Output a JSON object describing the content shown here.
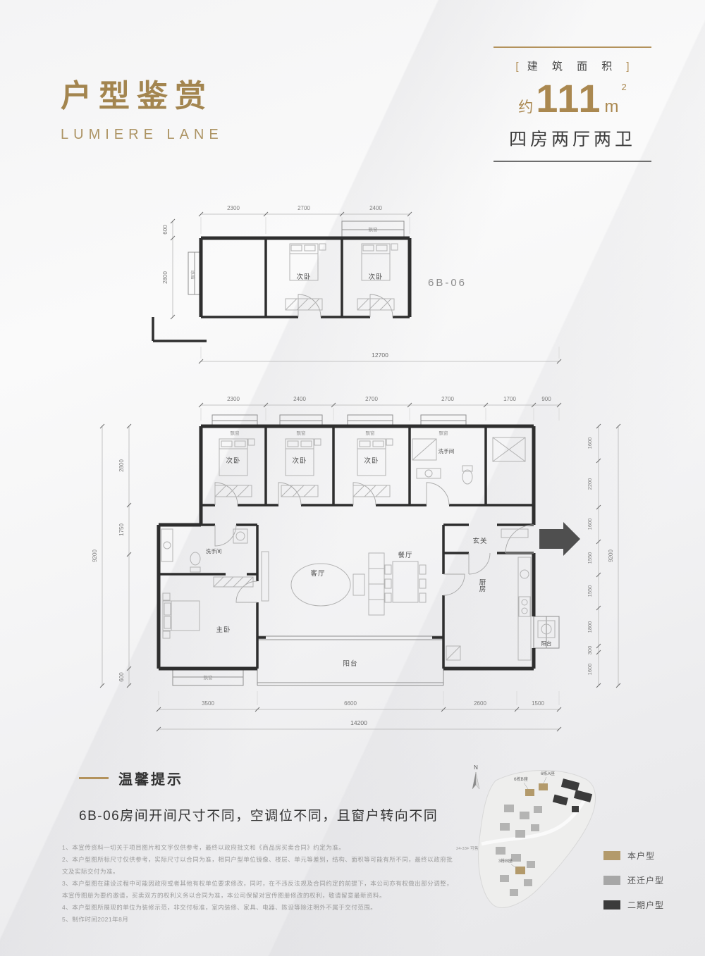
{
  "header": {
    "title": "户型鉴赏",
    "subtitle": "LUMIERE LANE",
    "area_bracket_left": "[",
    "area_label": "建 筑 面 积",
    "area_bracket_right": "]",
    "area_approx": "约",
    "area_value": "111",
    "area_unit": "m",
    "area_exp": "2",
    "layout": "四房两厅两卫"
  },
  "upper_plan": {
    "code": "6B-06",
    "dims_top": [
      "2300",
      "2700",
      "2400"
    ],
    "dims_left": [
      "600",
      "2800"
    ],
    "total_bottom": "12700",
    "rooms": {
      "bedroom": "次卧",
      "bay": "飘窗"
    }
  },
  "main_plan": {
    "dims_top": [
      "2300",
      "2400",
      "2700",
      "2700",
      "1700",
      "900"
    ],
    "dims_bottom": [
      "3500",
      "6600",
      "2600",
      "1500"
    ],
    "total_bottom": "14200",
    "dims_left": [
      "2800",
      "1750",
      "600"
    ],
    "total_left": "9200",
    "dims_right": [
      "1600",
      "2200",
      "1600",
      "1550",
      "1550",
      "1800",
      "300",
      "1600"
    ],
    "total_right": "9200",
    "rooms": {
      "bedroom": "次卧",
      "master": "主卧",
      "living": "客厅",
      "dining": "餐厅",
      "kitchen": "厨房",
      "bath": "洗手间",
      "foyer": "玄关",
      "balcony": "阳台",
      "bay": "飘窗"
    }
  },
  "notice": {
    "title": "温馨提示",
    "body": "6B-06房间开间尺寸不同，空调位不同，且窗户转向不同"
  },
  "footnotes": [
    "1、本宣传资料一切关于项目图片和文字仅供参考，最终以政府批文和《商品房买卖合同》约定为准。",
    "2、本户型图所标尺寸仅供参考，实际尺寸以合同为准，相同户型单位镜像、楼层、单元等差别，结构、面积等可能有所不同，最终以政府批文及实际交付为准。",
    "3、本户型图在建设过程中可能因政府或者其他有权单位要求修改，同时，在不违反法规及合同约定的前提下，本公司亦有权做出部分调整，本宣传图册为要约邀请，买卖双方的权利义务以合同为准，本公司保留对宣传图册修改的权利，敬请留意最新资料。",
    "4、本户型图所展现的单位为装修示范，非交付标准，室内装修、家具、电器、陈设等除注明外不属于交付范围。",
    "5、制作时间2021年8月"
  ],
  "sitemap": {
    "north": "N",
    "note": "24-33F 可售",
    "building_labels": [
      "6栋B座",
      "6栋A座",
      "3栋B座"
    ],
    "legend": [
      {
        "label": "本户型",
        "color": "#b39a6b"
      },
      {
        "label": "还迁户型",
        "color": "#a7a7a7"
      },
      {
        "label": "二期户型",
        "color": "#3b3b3b"
      }
    ]
  }
}
